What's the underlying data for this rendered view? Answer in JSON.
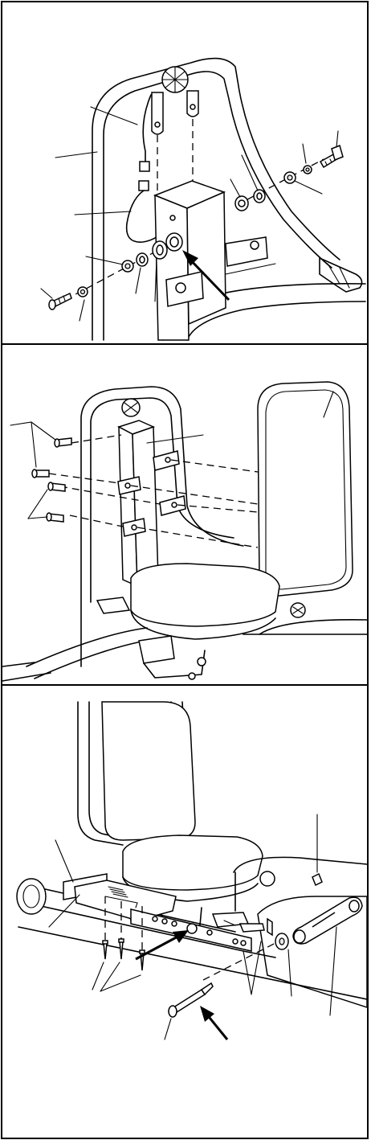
{
  "figures": [
    {
      "id": "step-1",
      "description_hidden": true
    },
    {
      "id": "step-2",
      "description_hidden": true
    },
    {
      "id": "step-3",
      "description_hidden": true
    }
  ]
}
